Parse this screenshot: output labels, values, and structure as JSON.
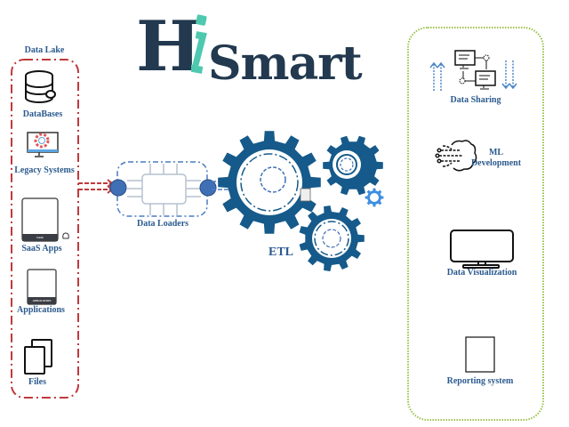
{
  "logo": {
    "text_h": "H",
    "text_i": "i",
    "text_smart": "Smart"
  },
  "data_lake": {
    "title": "Data Lake",
    "items": [
      {
        "label": "DataBases",
        "icon": "database-icon"
      },
      {
        "label": "Legacy Systems",
        "icon": "legacy-system-icon"
      },
      {
        "label": "SaaS Apps",
        "icon": "saas-icon",
        "badge": "SAAS"
      },
      {
        "label": "Applications",
        "icon": "application-icon",
        "badge": "APPLICATION"
      },
      {
        "label": "Files",
        "icon": "files-icon"
      }
    ]
  },
  "loaders": {
    "label": "Data Loaders"
  },
  "etl": {
    "label": "ETL"
  },
  "outputs": {
    "items": [
      {
        "label": "Data Sharing",
        "icon": "data-sharing-icon"
      },
      {
        "label": "ML Development",
        "line1": "ML",
        "line2": "Development",
        "icon": "brain-icon"
      },
      {
        "label": "Data Visualization",
        "icon": "monitor-icon"
      },
      {
        "label": "Reporting system",
        "icon": "document-icon"
      }
    ]
  },
  "colors": {
    "navy": "#22394f",
    "teal": "#4ec9b0",
    "gear": "#155a8a",
    "red": "#c0393b",
    "green": "#9cc24a",
    "label": "#2b5a8e"
  }
}
